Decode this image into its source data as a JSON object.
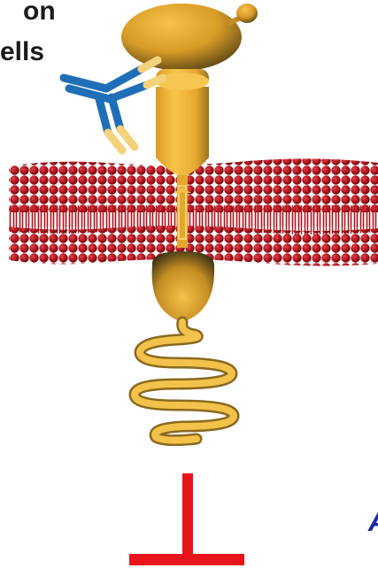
{
  "labels": {
    "top_line": "on",
    "second_line": "ells",
    "edge_letter": "A"
  },
  "colors": {
    "membrane": "#a8111b",
    "membrane_dark": "#6e070d",
    "receptor": "#f0b43a",
    "receptor_shadow": "#8a6a1f",
    "antibody_blue": "#1f6fb8",
    "antibody_tip": "#f4d27c",
    "inhibition": "#e8141c",
    "edge_letter": "#1f2aa8"
  },
  "icons": {
    "antibody": "y-shaped-antibody-icon",
    "inhibition": "inhibition-t-bar-icon"
  }
}
